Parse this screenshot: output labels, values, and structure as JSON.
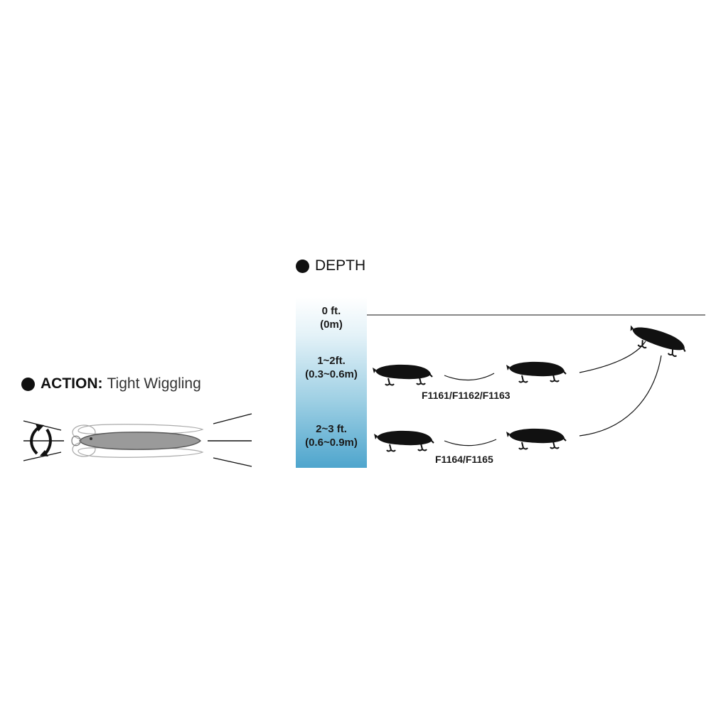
{
  "action": {
    "label": "ACTION:",
    "value": "Tight Wiggling"
  },
  "depth": {
    "label": "DEPTH",
    "markers": [
      {
        "line1": "0 ft.",
        "line2": "(0m)"
      },
      {
        "line1": "1~2ft.",
        "line2": "(0.3~0.6m)"
      },
      {
        "line1": "2~3 ft.",
        "line2": "(0.6~0.9m)"
      }
    ],
    "models": [
      {
        "label": "F1161/F1162/F1163"
      },
      {
        "label": "F1164/F1165"
      }
    ]
  },
  "colors": {
    "ink": "#111111",
    "water_top": "#ffffff",
    "water_bottom": "#4ea5cd",
    "lure_body": "#9a9a9a"
  },
  "icons": [
    "bullet-dot-icon",
    "wiggle-arrow-icon",
    "lure-silhouette-icon"
  ]
}
